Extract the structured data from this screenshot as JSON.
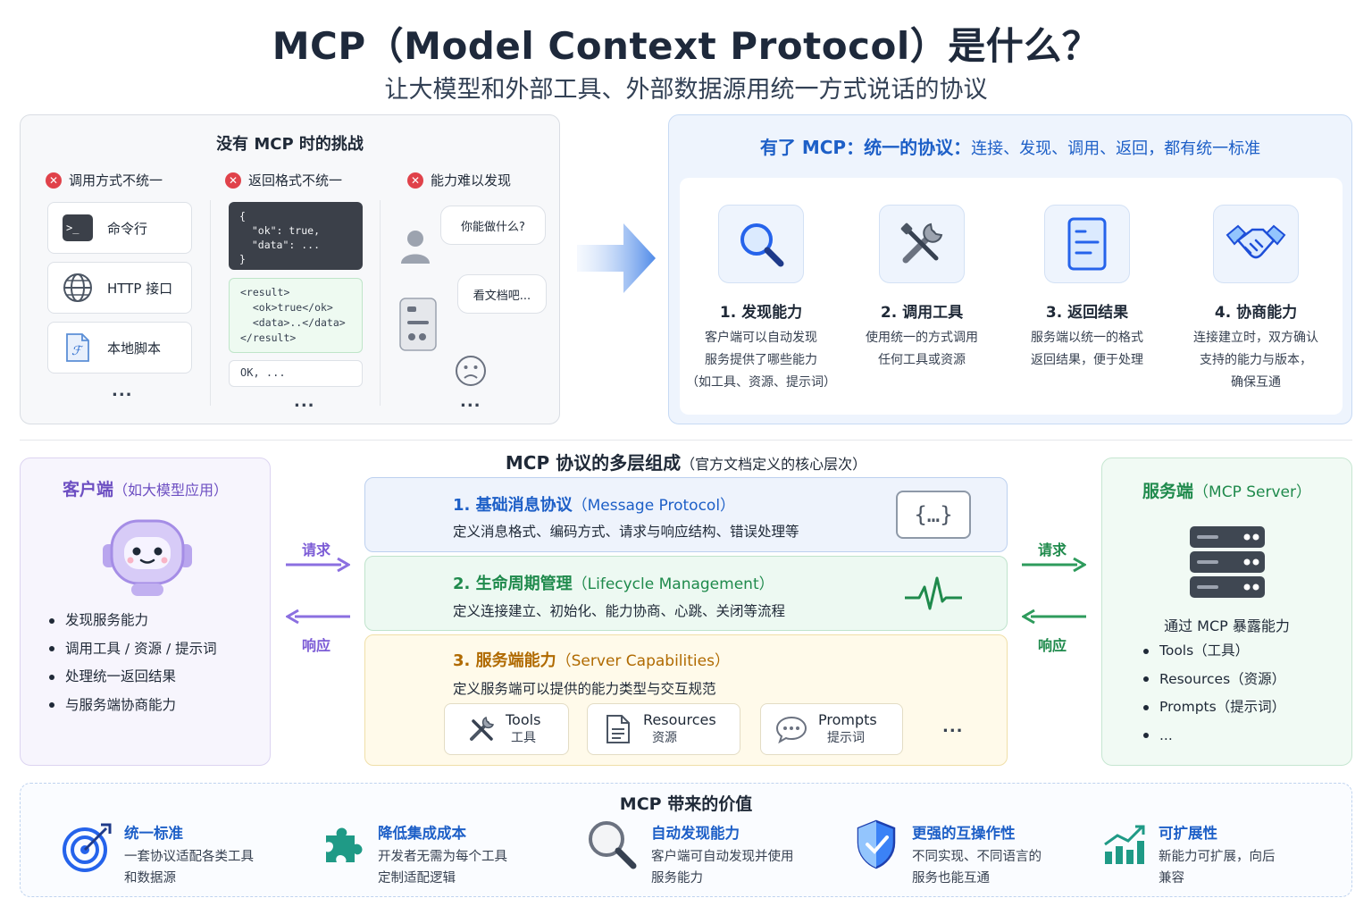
{
  "header": {
    "title": "MCP（Model Context Protocol）是什么？",
    "subtitle": "让大模型和外部工具、外部数据源用统一方式说话的协议"
  },
  "challenges": {
    "title": "没有 MCP 时的挑战",
    "col1": {
      "heading": "调用方式不统一",
      "items": [
        "命令行",
        "HTTP 接口",
        "本地脚本"
      ],
      "more": "..."
    },
    "col2": {
      "heading": "返回格式不统一",
      "json_code": "{\n  \"ok\": true,\n  \"data\": ...\n}",
      "xml_code": "<result>\n  <ok>true</ok>\n  <data>..</data>\n</result>",
      "plain_code": "OK, ...",
      "more": "..."
    },
    "col3": {
      "heading": "能力难以发现",
      "bubble_question": "你能做什么?",
      "bubble_answer": "看文档吧...",
      "more": "..."
    }
  },
  "with_mcp": {
    "title_strong": "有了 MCP：统一的协议：",
    "title_light": "连接、发现、调用、返回，都有统一标准",
    "features": [
      {
        "icon": "magnifier-icon",
        "title": "1. 发现能力",
        "lines": [
          "客户端可以自动发现",
          "服务提供了哪些能力",
          "（如工具、资源、提示词）"
        ]
      },
      {
        "icon": "tools-icon",
        "title": "2. 调用工具",
        "lines": [
          "使用统一的方式调用",
          "任何工具或资源"
        ]
      },
      {
        "icon": "document-icon",
        "title": "3. 返回结果",
        "lines": [
          "服务端以统一的格式",
          "返回结果，便于处理"
        ]
      },
      {
        "icon": "handshake-icon",
        "title": "4. 协商能力",
        "lines": [
          "连接建立时，双方确认",
          "支持的能力与版本，",
          "确保互通"
        ]
      }
    ]
  },
  "client": {
    "title": "客户端",
    "title_note": "（如大模型应用）",
    "bullets": [
      "发现服务能力",
      "调用工具 / 资源 / 提示词",
      "处理统一返回结果",
      "与服务端协商能力"
    ]
  },
  "arrows": {
    "request": "请求",
    "response": "响应"
  },
  "layers": {
    "title": "MCP 协议的多层组成",
    "title_note": "（官方文档定义的核心层次）",
    "items": [
      {
        "title": "1.  基础消息协议",
        "title_en": "（Message Protocol）",
        "desc": "定义消息格式、编码方式、请求与响应结构、错误处理等",
        "badge": "{…}"
      },
      {
        "title": "2.  生命周期管理",
        "title_en": "（Lifecycle Management）",
        "desc": "定义连接建立、初始化、能力协商、心跳、关闭等流程"
      },
      {
        "title": "3.  服务端能力",
        "title_en": "（Server Capabilities）",
        "desc": "定义服务端可以提供的能力类型与交互规范"
      }
    ],
    "capabilities": [
      {
        "name": "Tools",
        "sub": "工具"
      },
      {
        "name": "Resources",
        "sub": "资源"
      },
      {
        "name": "Prompts",
        "sub": "提示词"
      }
    ],
    "more": "..."
  },
  "server": {
    "title": "服务端",
    "title_note": "（MCP Server）",
    "expose": "通过 MCP 暴露能力",
    "bullets": [
      "Tools（工具）",
      "Resources（资源）",
      "Prompts（提示词）",
      "..."
    ]
  },
  "value": {
    "title": "MCP 带来的价值",
    "items": [
      {
        "title": "统一标准",
        "lines": [
          "一套协议适配各类工具",
          "和数据源"
        ]
      },
      {
        "title": "降低集成成本",
        "lines": [
          "开发者无需为每个工具",
          "定制适配逻辑"
        ]
      },
      {
        "title": "自动发现能力",
        "lines": [
          "客户端可自动发现并使用",
          "服务能力"
        ]
      },
      {
        "title": "更强的互操作性",
        "lines": [
          "不同实现、不同语言的",
          "服务也能互通"
        ]
      },
      {
        "title": "可扩展性",
        "lines": [
          "新能力可扩展，向后",
          "兼容"
        ]
      }
    ]
  },
  "colors": {
    "blue": "#1d5fc7",
    "purple": "#6d4fc2",
    "green": "#1f8a4c",
    "red": "#e0424a",
    "orange": "#b06a00"
  }
}
